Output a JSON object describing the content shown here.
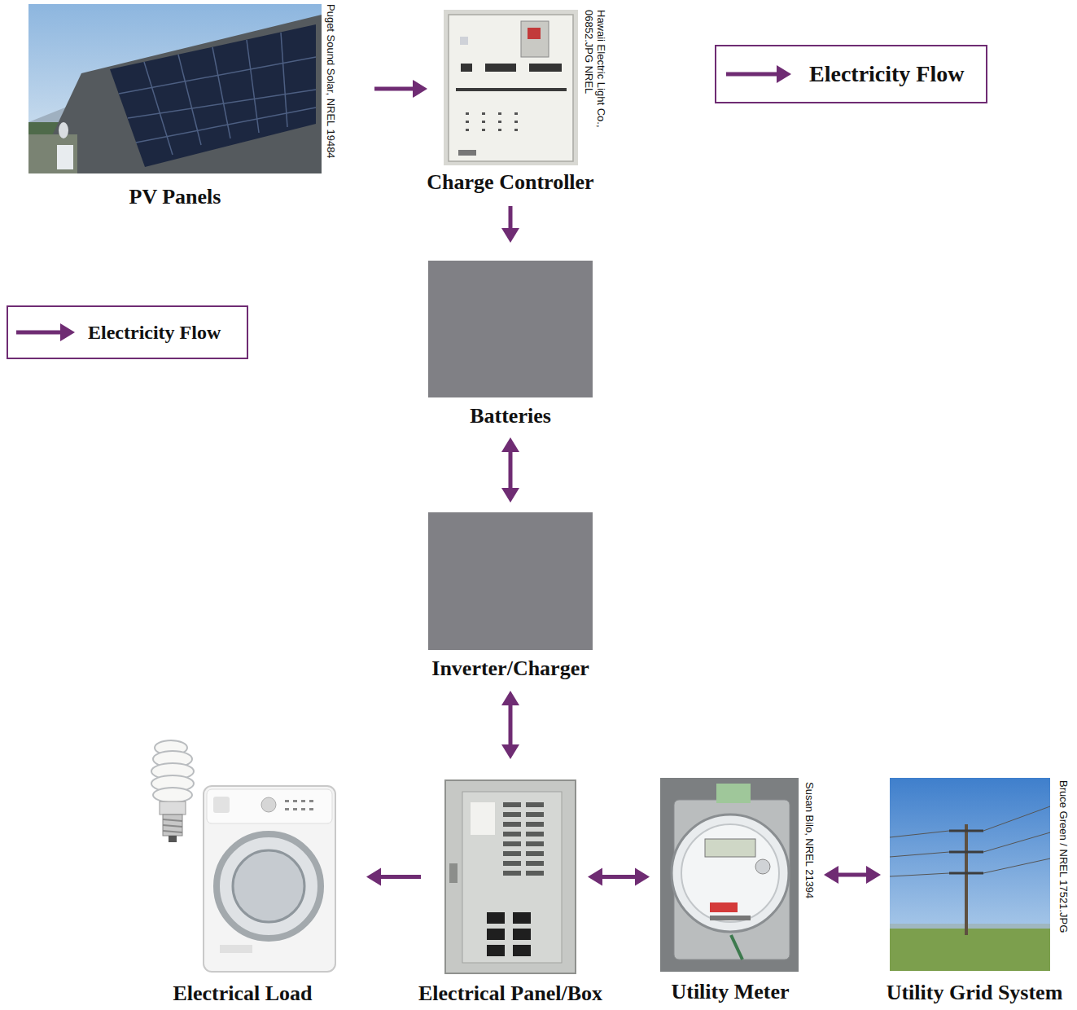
{
  "diagram": {
    "nodes": [
      {
        "text": [
          "PV Panels"
        ]
      },
      {
        "text": [
          "Charge Controller"
        ]
      },
      {
        "text": [
          "Batteries"
        ]
      },
      {
        "text": [
          "Inverter/Charger"
        ]
      },
      {
        "text": [
          "Electrical Load"
        ]
      },
      {
        "text": [
          "Electrical Panel/Box"
        ]
      },
      {
        "text": [
          "Utility Meter"
        ]
      },
      {
        "text": [
          "Utility Grid System"
        ]
      }
    ],
    "edges": [
      {
        "from": 0,
        "to": 1,
        "arrow": "to"
      },
      {
        "from": 1,
        "to": 2,
        "arrow": "to"
      },
      {
        "from": 2,
        "to": 3,
        "arrow": "both"
      },
      {
        "from": 3,
        "to": 5,
        "arrow": "both"
      },
      {
        "from": 5,
        "to": 4,
        "arrow": "to"
      },
      {
        "from": 5,
        "to": 6,
        "arrow": "both"
      },
      {
        "from": 6,
        "to": 7,
        "arrow": "both"
      }
    ],
    "labels": [
      "Puget Sound Solar, NREL 19484",
      "Hawaii Electric Light Co., 06852.JPG NREL",
      "Susan Bilo, NREL 21394",
      "Bruce Green / NREL 17521.JPG"
    ],
    "legend": [
      {
        "text": "Electricity Flow"
      },
      {
        "text": "Electricity Flow"
      }
    ]
  }
}
